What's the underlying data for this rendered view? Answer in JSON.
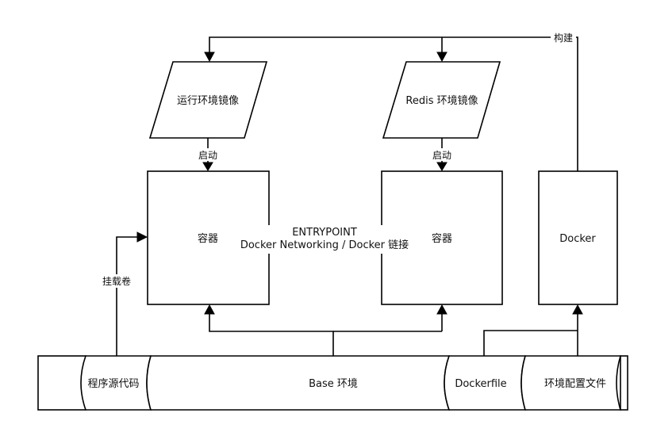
{
  "nodes": {
    "run_image": "运行环境镜像",
    "redis_image": "Redis 环境镜像",
    "container_left": "容器",
    "container_right": "容器",
    "docker": "Docker",
    "source_code": "程序源代码",
    "base_env": "Base 环境",
    "dockerfile": "Dockerfile",
    "env_config": "环境配置文件"
  },
  "edges": {
    "build": "构建",
    "start_left": "启动",
    "start_right": "启动",
    "mount": "挂载卷"
  },
  "link": {
    "line1": "ENTRYPOINT",
    "line2": "Docker Networking  /  Docker 链接"
  }
}
